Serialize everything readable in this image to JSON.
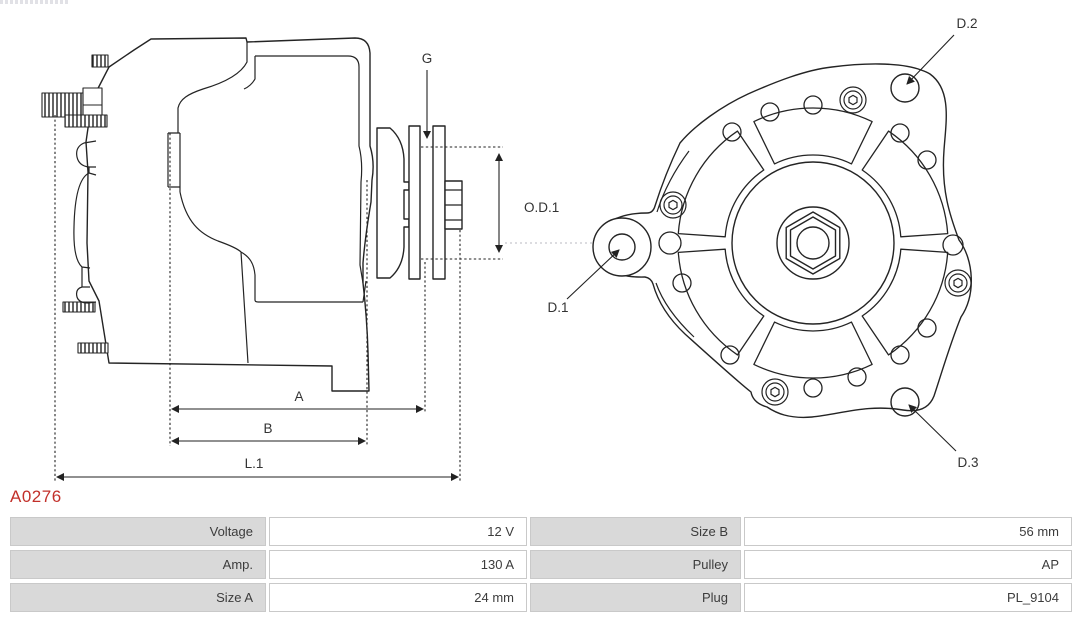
{
  "part_number": "A0276",
  "colors": {
    "part_number_red": "#c2302a",
    "drawing_line": "#242424",
    "dimension_line": "#333333",
    "table_label_bg": "#d9d9d9",
    "table_border": "#c9c9c9",
    "faint_centerline": "#b9b9c0"
  },
  "diagram": {
    "side_view": {
      "dim_g": "G",
      "dim_od1": "O.D.1",
      "dim_a": "A",
      "dim_b": "B",
      "dim_l1": "L.1"
    },
    "front_view": {
      "dim_d1": "D.1",
      "dim_d2": "D.2",
      "dim_d3": "D.3"
    }
  },
  "spec_table": {
    "left": [
      {
        "label": "Voltage",
        "value": "12 V"
      },
      {
        "label": "Amp.",
        "value": "130 A"
      },
      {
        "label": "Size A",
        "value": "24 mm"
      }
    ],
    "right": [
      {
        "label": "Size B",
        "value": "56 mm"
      },
      {
        "label": "Pulley",
        "value": "AP"
      },
      {
        "label": "Plug",
        "value": "PL_9104"
      }
    ]
  }
}
